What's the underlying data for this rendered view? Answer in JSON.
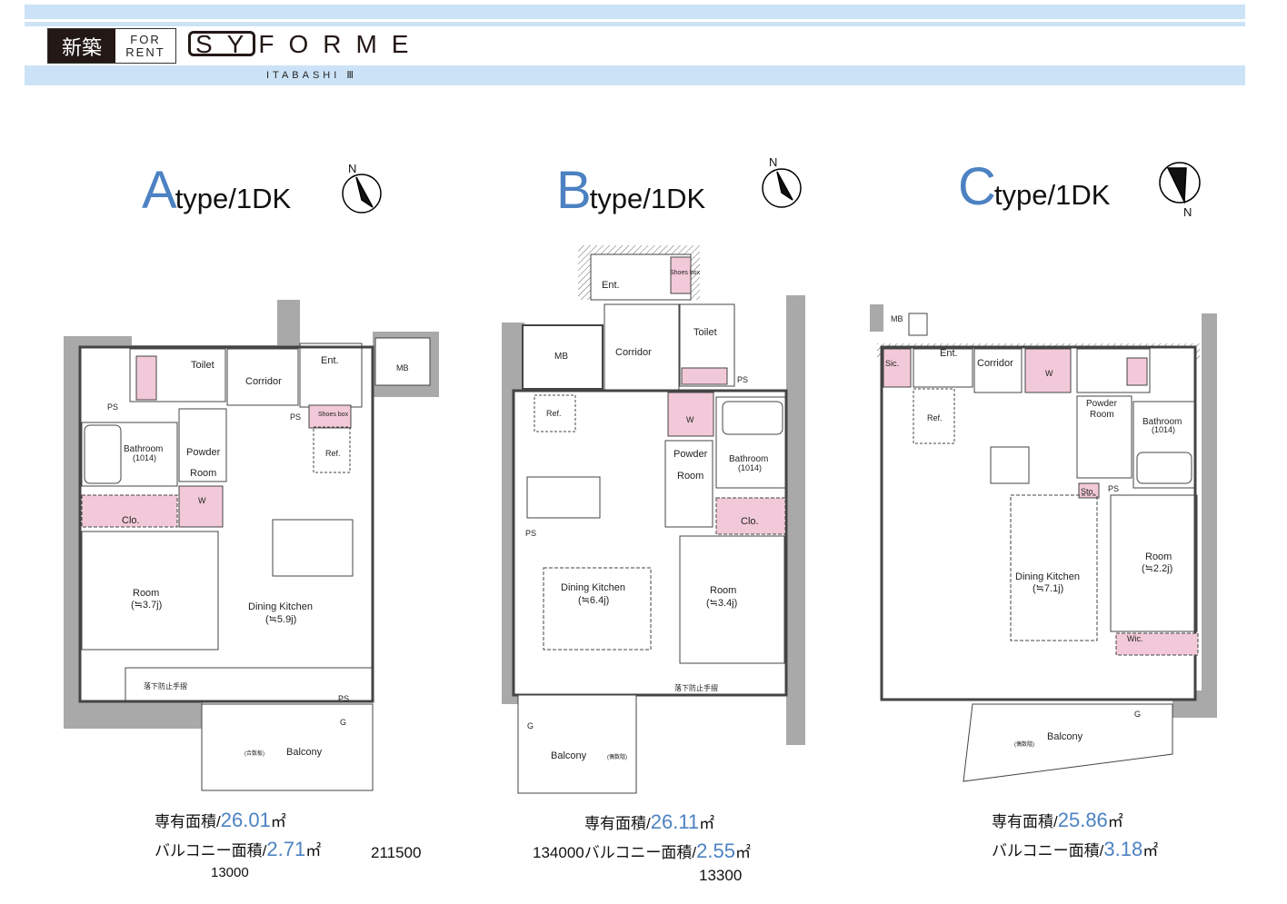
{
  "header": {
    "logo_new": "新築",
    "logo_for": "FOR",
    "logo_rent": "RENT",
    "brand": "SYFORME",
    "location": "ITABASHI  Ⅲ"
  },
  "units": [
    {
      "letter": "A",
      "type": "type/1DK",
      "area_label": "専有面積/",
      "area": "26.01",
      "unit": "㎡",
      "balcony_label": "バルコニー面積/",
      "balcony": "2.71",
      "overlap1": "13000",
      "overlap2": "211500",
      "rooms": {
        "toilet": "Toilet",
        "corridor": "Corridor",
        "ent": "Ent.",
        "mb": "MB",
        "ps": "PS",
        "shoes": "Shoes box",
        "bath": "Bathroom",
        "bath_size": "(1014)",
        "powder": "Powder",
        "powder2": "Room",
        "ref": "Ref.",
        "clo": "Clo.",
        "room": "Room",
        "room_size": "(≒3.7j)",
        "dk": "Dining Kitchen",
        "dk_size": "(≒5.9j)",
        "w": "W",
        "rail": "落下防止手摺",
        "g": "G",
        "balcony": "Balcony",
        "tag": "(合数板)"
      }
    },
    {
      "letter": "B",
      "type": "type/1DK",
      "area_label": "専有面積/",
      "area": "26.11",
      "unit": "㎡",
      "balcony_label": "134000バルコニー面積/",
      "balcony": "2.55",
      "overlap1": "13300",
      "rooms": {
        "ent": "Ent.",
        "shoes": "Shoes box",
        "mb": "MB",
        "corridor": "Corridor",
        "toilet": "Toilet",
        "ps": "PS",
        "ref": "Ref.",
        "w": "W",
        "powder": "Powder",
        "powder2": "Room",
        "bath": "Bathroom",
        "bath_size": "(1014)",
        "clo": "Clo.",
        "dk": "Dining Kitchen",
        "dk_size": "(≒6.4j)",
        "room": "Room",
        "room_size": "(≒3.4j)",
        "rail": "落下防止手摺",
        "g": "G",
        "balcony": "Balcony",
        "tag": "(偶数階)"
      }
    },
    {
      "letter": "C",
      "type": "type/1DK",
      "area_label": "専有面積/",
      "area": "25.86",
      "unit": "㎡",
      "balcony_label": "バルコニー面積/",
      "balcony": "3.18",
      "rooms": {
        "mb": "MB",
        "sic": "Sic.",
        "ent": "Ent.",
        "corridor": "Corridor",
        "ref": "Ref.",
        "w": "W",
        "powder": "Powder",
        "powder2": "Room",
        "bath": "Bathroom",
        "bath_size": "(1014)",
        "sto": "Sto.",
        "ps": "PS",
        "dk": "Dining Kitchen",
        "dk_size": "(≒7.1j)",
        "room": "Room",
        "room_size": "(≒2.2j)",
        "wic": "Wic.",
        "g": "G",
        "balcony": "Balcony",
        "tag": "(偶数階)"
      }
    }
  ],
  "compass": {
    "label": "N"
  },
  "colors": {
    "accent": "#4d82c2",
    "band": "#cce3f7",
    "wall": "#a9a9a9",
    "pink": "#f2c9d8"
  }
}
